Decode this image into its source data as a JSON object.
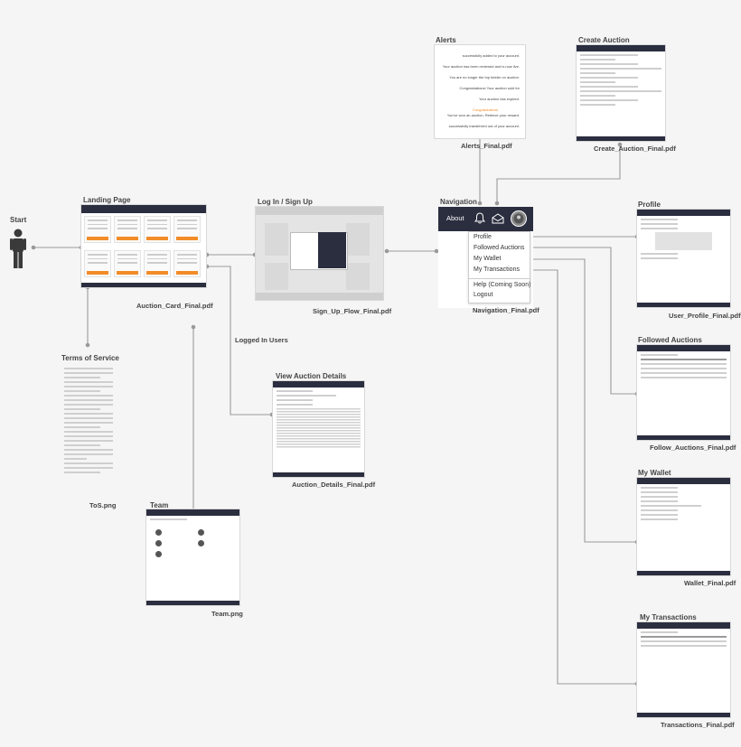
{
  "nodes": {
    "start": {
      "label": "Start"
    },
    "landing": {
      "label": "Landing Page",
      "caption": "Auction_Card_Final.pdf"
    },
    "login": {
      "label": "Log In / Sign Up",
      "caption": "Sign_Up_Flow_Final.pdf"
    },
    "navigation": {
      "label": "Navigation",
      "caption": "Navigation_Final.pdf"
    },
    "alerts": {
      "label": "Alerts",
      "caption": "Alerts_Final.pdf"
    },
    "create": {
      "label": "Create Auction",
      "caption": "Create_Auction_Final.pdf"
    },
    "profile": {
      "label": "Profile",
      "caption": "User_Profile_Final.pdf"
    },
    "followed": {
      "label": "Followed Auctions",
      "caption": "Follow_Auctions_Final.pdf"
    },
    "wallet": {
      "label": "My Wallet",
      "caption": "Wallet_Final.pdf"
    },
    "transactions": {
      "label": "My Transactions",
      "caption": "Transactions_Final.pdf"
    },
    "tos": {
      "label": "Terms of Service",
      "caption": "ToS.png"
    },
    "view": {
      "label": "View Auction Details",
      "caption": "Auction_Details_Final.pdf"
    },
    "team": {
      "label": "Team",
      "caption": "Team.png"
    }
  },
  "edges": {
    "logged_in": "Logged In Users"
  },
  "nav_menu": {
    "about": "About",
    "items": [
      "Profile",
      "Followed Auctions",
      "My Wallet",
      "My Transactions",
      "Help (Coming Soon)",
      "Logout"
    ]
  },
  "alerts_thumb": {
    "rows": [
      "successfully added to your account.",
      "Your auction has been reviewed and is now live.",
      "You are no longer the top bidder on auction.",
      "Congratulations! Your auction sold for",
      "Your auction has expired.",
      "Congratulations",
      "You've won an auction. Retrieve your reward.",
      "successfully transferred out of your account."
    ]
  },
  "colors": {
    "accent": "#f28c28",
    "dark": "#2b2e3f",
    "line": "#9a9a9a"
  },
  "icons": {
    "start": "person-icon",
    "bell": "bell-icon",
    "inbox": "inbox-icon",
    "user": "user-circle-icon"
  }
}
